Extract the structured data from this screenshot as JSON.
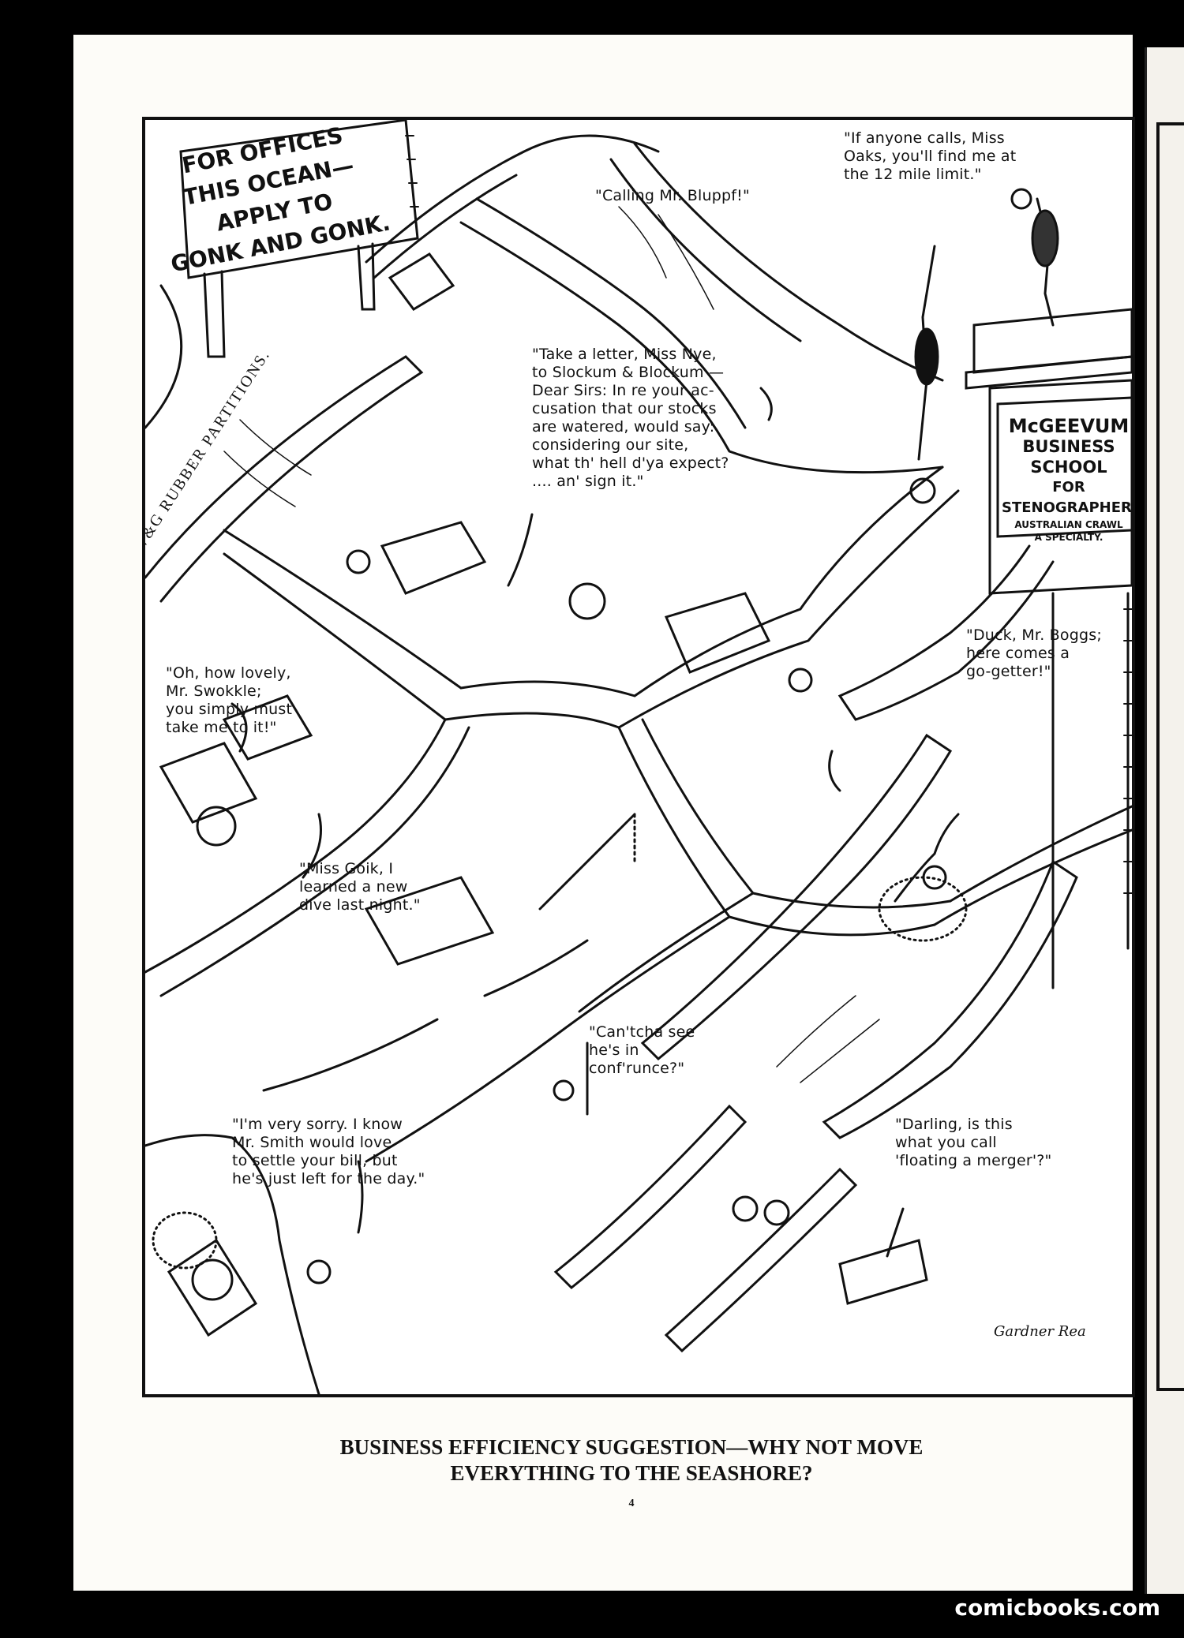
{
  "sign": {
    "text": "FOR OFFICES\nTHIS OCEAN—\nAPPLY TO\nGONK AND GONK."
  },
  "school": {
    "line1": "McGEEVUM",
    "line2": "BUSINESS SCHOOL",
    "line3": "FOR STENOGRAPHERS",
    "line4": "AUSTRALIAN CRAWL",
    "line5": "A SPECIALTY."
  },
  "partition_label": "W&G RUBBER PARTITIONS.",
  "bubbles": {
    "calling": "\"Calling Mr. Bluppf!\"",
    "oaks": "\"If anyone calls, Miss\nOaks, you'll find me at\nthe 12 mile limit.\"",
    "nye": "\"Take a letter, Miss Nye,\nto Slockum & Blockum —\nDear Sirs: In re your ac-\ncusation that our stocks\nare watered, would say:\nconsidering our site,\nwhat th' hell d'ya expect?\n.... an' sign it.\"",
    "boggs": "\"Duck, Mr. Boggs;\nhere comes a\ngo-getter!\"",
    "swokkle": "\"Oh, how lovely,\nMr. Swokkle;\nyou simply must\ntake me to it!\"",
    "goik": "\"Miss Goik, I\nlearned a new\ndive last night.\"",
    "conf": "\"Can'tcha see\nhe's in\nconf'runce?\"",
    "smith": "\"I'm very sorry. I know\nMr. Smith would love\nto settle your bill, but\nhe's just left for the day.\"",
    "merger": "\"Darling, is this\nwhat you call\n'floating a merger'?\""
  },
  "signature": "Gardner Rea",
  "caption": "BUSINESS EFFICIENCY SUGGESTION—WHY NOT MOVE\nEVERYTHING TO THE SEASHORE?",
  "page_number": "4",
  "watermark": "comicbooks.com"
}
